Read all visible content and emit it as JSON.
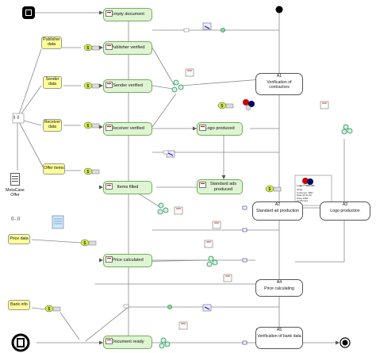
{
  "states": {
    "empty_document": "Empty document",
    "publisher_verified": "Publisher verified",
    "sender_verified": "Sender verified",
    "receiver_verified": "Receiver verified",
    "logo_produced": "Logo produced",
    "standard_ads_produced": "Standard ads produced",
    "items_filled": "Items filled",
    "price_calculated": "Price calculated",
    "document_ready": "Document ready"
  },
  "notes": {
    "publisher_data": "Publisher data",
    "sender_data": "Sender data",
    "receiver_data": "Receiver data",
    "offer_items": "Offer items",
    "price_data": "Price data",
    "bank_info": "Bank info"
  },
  "activities": {
    "a1": {
      "code": "A1",
      "label": "Verification of contractors"
    },
    "a2": {
      "code": "A2",
      "label": "Standard ad production"
    },
    "a3": {
      "code": "A3",
      "label": "Logo production"
    },
    "a4": {
      "code": "A4",
      "label": "Price calculating"
    },
    "a5": {
      "code": "A5",
      "label": "Verification of bank data"
    }
  },
  "labels": {
    "metacase_offer": "MetaCase Offer",
    "join_marker": "((...))",
    "split_marker": "||..||"
  },
  "preview_card": {
    "caption": "Logo Publisher",
    "lines": [
      "Order",
      "Customer: ABC",
      "Date 01.01.02",
      "Price 1000",
      "Confirmed"
    ]
  },
  "colors": {
    "state_fill": "#dff4d2",
    "state_border": "#6fae5a",
    "note_fill": "#ffff99",
    "flow_line": "#888888"
  },
  "icons": [
    "start-icon",
    "end-icon",
    "document-icon",
    "cylinder-icon",
    "rule-icon",
    "data-icon",
    "gear-icon",
    "logo-icon",
    "connector-icon"
  ]
}
